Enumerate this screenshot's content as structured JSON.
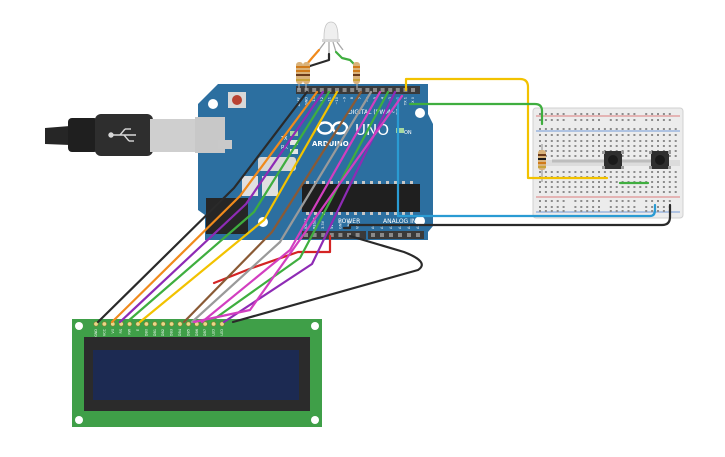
{
  "arduino": {
    "brand": "ARDUINO",
    "model": "UNO",
    "digital_label": "DIGITAL (PWM~)",
    "power_label": "POWER",
    "analog_label": "ANALOG IN",
    "tx_label": "TX",
    "rx_label": "RX",
    "on_label": "ON",
    "power_pin_labels": [
      "IOREF",
      "RESET",
      "3.3V",
      "5V",
      "GND",
      "GND",
      "Vin"
    ],
    "analog_pin_labels": [
      "A0",
      "A1",
      "A2",
      "A3",
      "A4",
      "A5"
    ],
    "digital_pin_labels": [
      "AREF",
      "GND",
      "13",
      "12",
      "~11",
      "~10",
      "~9",
      "8",
      "7",
      "~6",
      "~5",
      "4",
      "~3",
      "2",
      "TX 1",
      "RX 0"
    ]
  },
  "lcd": {
    "pin_labels": [
      "GND",
      "VCC",
      "V0",
      "RS",
      "RW",
      "E",
      "DB0",
      "DB1",
      "DB2",
      "DB3",
      "DB4",
      "DB5",
      "DB6",
      "DB7",
      "LED",
      "LED"
    ]
  },
  "colors": {
    "board": "#2c6fa0",
    "lcd_pcb": "#3f9f48",
    "lcd_screen": "#1c2a52",
    "breadboard": "#ececec",
    "wire_yellow": "#f2c200",
    "wire_green": "#3fae3f",
    "wire_blue": "#2a9bd3",
    "wire_black": "#2a2a2a",
    "wire_red": "#d42424",
    "wire_orange": "#f08a1c",
    "wire_purple": "#8e2bb5",
    "wire_pink": "#d23ec0",
    "wire_brown": "#8a5a35",
    "wire_gray": "#9a9a9a"
  }
}
